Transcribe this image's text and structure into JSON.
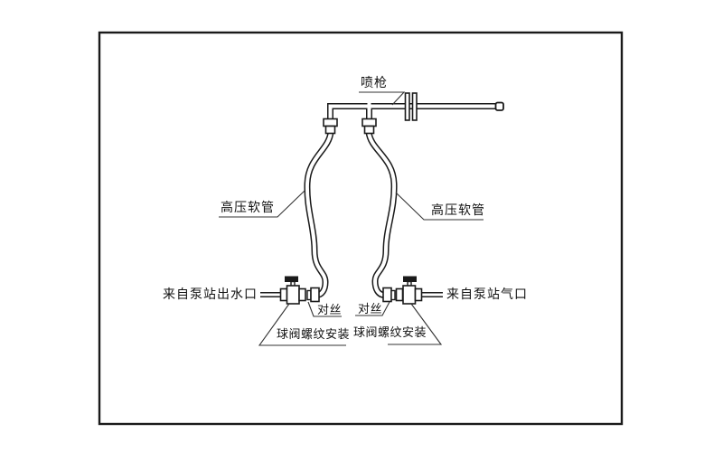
{
  "figure": {
    "kind": "piping-diagram",
    "description_names": {
      "spray_gun": "spray-gun",
      "hose": "high-pressure-hose",
      "valve": "ball-valve",
      "nipple": "pipe-nipple"
    },
    "line_color": "#1a1a1a",
    "leader_color": "#333333",
    "background": "#ffffff"
  },
  "labels": {
    "spray_gun": "喷枪",
    "hp_hose_left": "高压软管",
    "hp_hose_right": "高压软管",
    "pump_water_outlet": "来自泵站出水口",
    "pump_air_port": "来自泵站气口",
    "nipple_left": "对丝",
    "nipple_right": "对丝",
    "ball_valve_left": "球阀螺纹安装",
    "ball_valve_right": "球阀螺纹安装"
  }
}
